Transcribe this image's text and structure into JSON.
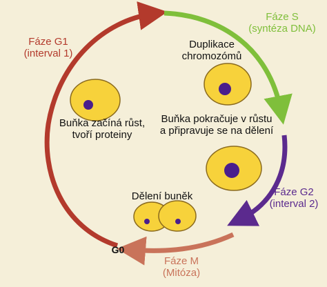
{
  "phases": {
    "g1": {
      "name": "Fáze G1",
      "sub": "(interval 1)",
      "color": "#b33a2c"
    },
    "s": {
      "name": "Fáze S",
      "sub": "(syntéza DNA)",
      "color": "#7fbf3b"
    },
    "g2": {
      "name": "Fáze G2",
      "sub": "(interval 2)",
      "color": "#5b2a8e"
    },
    "m": {
      "name": "Fáze M",
      "sub": "(Mitóza)",
      "color": "#c9735a"
    }
  },
  "descriptions": {
    "duplication": {
      "line1": "Duplikace",
      "line2": "chromozómů"
    },
    "growth_start": {
      "line1": "Buňka začíná růst,",
      "line2": "tvoří proteiny"
    },
    "growth_continue": {
      "line1": "Buňka pokračuje v růstu",
      "line2": "a připravuje se na dělení"
    },
    "division": {
      "line1": "Dělení buněk"
    }
  },
  "g0_label": "G0",
  "colors": {
    "background": "#f5efd9",
    "cytoplasm": "#f7d23b",
    "nucleus": "#4a1e8c",
    "outline": "#8a6a1e"
  }
}
